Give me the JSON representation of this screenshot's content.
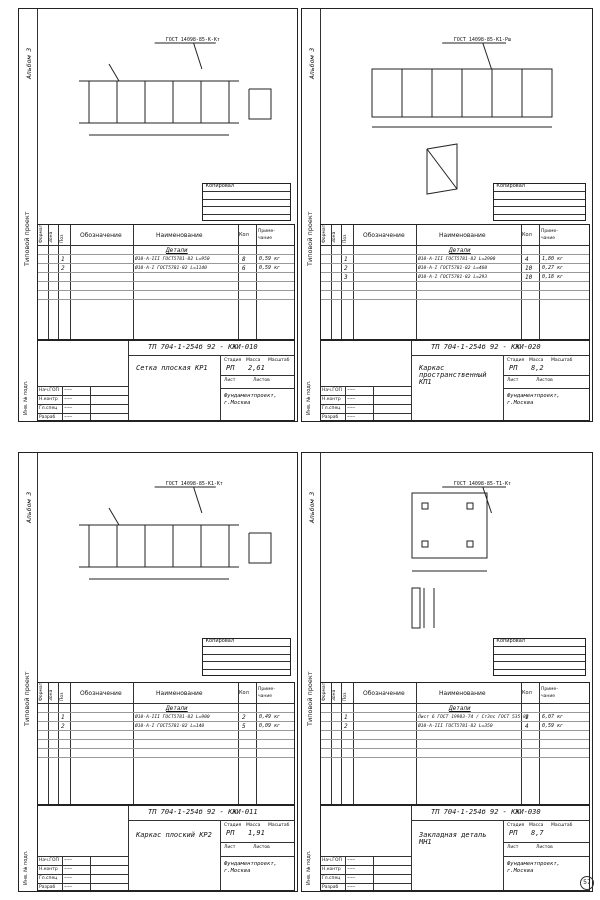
{
  "common": {
    "col_name": "Обозначение",
    "col_title": "Наименование",
    "col_qty": "Кол",
    "col_note": "Приме-чание",
    "details": "Детали",
    "format": "Формат",
    "zone": "Зона",
    "pos": "Поз",
    "side_label": "Типовой проект",
    "org": "Фундаментпроект, г.Москва",
    "stage_h": "Стадия",
    "sheet_h": "Масса",
    "scale_h": "Масштаб",
    "sheet_label": "Лист",
    "sheets_label": "Листов",
    "sign_rows": [
      "Нач.ГОП",
      "Н.контр",
      "Гл.спец",
      "Разраб"
    ],
    "copied": "Копировал"
  },
  "sheets": [
    {
      "album": "Альбом 3",
      "code": "ТП 704-1-254б 92 - КЖИ-010",
      "title": "Сетка плоская КР1",
      "stage": "РП",
      "mass": "2,61",
      "std": "ГОСТ 14098-85-К-Кт",
      "rows": [
        {
          "pos": "1",
          "name": "Ø10-A-III ГОСТ5781-82 L=950",
          "qty": "8",
          "note": "0,59 кг"
        },
        {
          "pos": "2",
          "name": "Ø10-A-I ГОСТ5781-82 L=1140",
          "qty": "6",
          "note": "0,59 кг"
        }
      ]
    },
    {
      "album": "Альбом 3",
      "code": "ТП 704-1-254б 92 - КЖИ-020",
      "title": "Каркас пространственный КП1",
      "stage": "РП",
      "mass": "8,2",
      "std": "ГОСТ 14098-85-К1-Рш",
      "rows": [
        {
          "pos": "1",
          "name": "Ø10-A-III ГОСТ5781-82 L=2900",
          "qty": "4",
          "note": "1,80 кг"
        },
        {
          "pos": "2",
          "name": "Ø10-A-I ГОСТ5781-82 L=460",
          "qty": "10",
          "note": "0,27 кг"
        },
        {
          "pos": "3",
          "name": "Ø10-A-I ГОСТ5781-82 L=293",
          "qty": "10",
          "note": "0,18 кг"
        }
      ]
    },
    {
      "album": "Альбом 3",
      "code": "ТП 704-1-254б 92 - КЖИ-011",
      "title": "Каркас плоский КР2",
      "stage": "РП",
      "mass": "1,91",
      "std": "ГОСТ 14098-85-К1-Кт",
      "rows": [
        {
          "pos": "1",
          "name": "Ø10-A-III ГОСТ5781-82 L=900",
          "qty": "2",
          "note": "0,49 кг"
        },
        {
          "pos": "2",
          "name": "Ø10-A-I ГОСТ5781-82 L=140",
          "qty": "5",
          "note": "0,09 кг"
        }
      ]
    },
    {
      "album": "Альбом 3",
      "code": "ТП 704-1-254б 92 - КЖИ-030",
      "title": "Закладная деталь МН1",
      "stage": "РП",
      "mass": "8,7",
      "std": "ГОСТ 14098-85-Т1-Кт",
      "rows": [
        {
          "pos": "1",
          "name": "Лист 6 ГОСТ 19903-74 / Ст3пс ГОСТ 535-88",
          "qty": "1",
          "note": "6,07 кг"
        },
        {
          "pos": "2",
          "name": "Ø10-A-III ГОСТ5781-82 L=350",
          "qty": "4",
          "note": "0,59 кг"
        }
      ]
    }
  ],
  "stamp_label": "Инв. № подл.",
  "corner_number": "57"
}
